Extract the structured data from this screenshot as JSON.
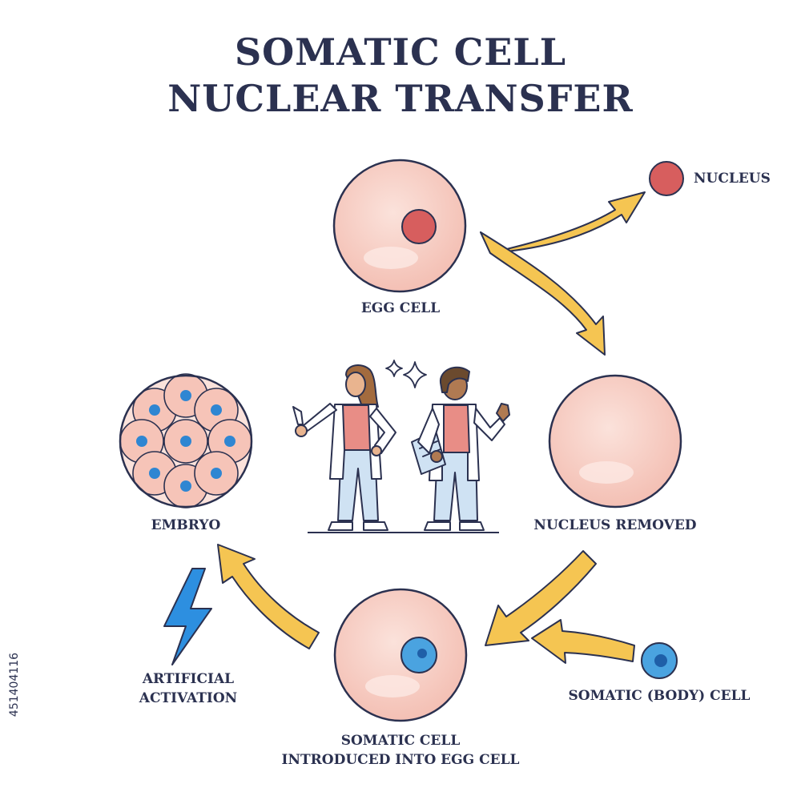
{
  "title": {
    "line1": "SOMATIC CELL",
    "line2": "NUCLEAR TRANSFER"
  },
  "labels": {
    "nucleus": "NUCLEUS",
    "egg_cell": "EGG CELL",
    "nucleus_removed": "NUCLEUS REMOVED",
    "embryo": "EMBRYO",
    "artificial_activation_1": "ARTIFICIAL",
    "artificial_activation_2": "ACTIVATION",
    "somatic_body_cell": "SOMATIC (BODY) CELL",
    "somatic_introduced_1": "SOMATIC CELL",
    "somatic_introduced_2": "INTRODUCED INTO EGG CELL"
  },
  "side_id": "451404116",
  "colors": {
    "text": "#2b3150",
    "cell_fill": "#f6c9bf",
    "cell_outline": "#2b3150",
    "egg_nucleus": "#d75e5e",
    "somatic_nucleus": "#2f86d2",
    "arrow": "#f5c552",
    "bolt": "#2d8fe0"
  },
  "icons": [
    "lightning-bolt-icon",
    "sparkle-icon",
    "scientist-female-icon",
    "scientist-male-icon"
  ]
}
